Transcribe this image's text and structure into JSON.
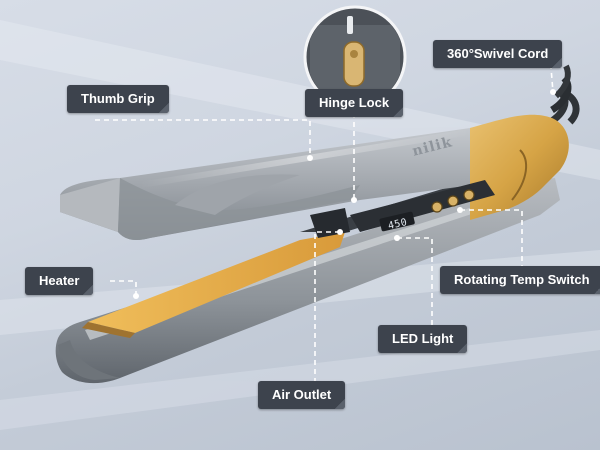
{
  "labels": {
    "thumb_grip": "Thumb Grip",
    "hinge_lock": "Hinge Lock",
    "swivel_cord": "360°Swivel Cord",
    "heater": "Heater",
    "rotating_temp_switch": "Rotating Temp Switch",
    "led_light": "LED Light",
    "air_outlet": "Air Outlet"
  },
  "display": {
    "temperature": "450"
  },
  "brand": {
    "logo_text": "nilik"
  },
  "colors": {
    "label_bg": "#3d434d",
    "label_text": "#ffffff",
    "gold_accent": "#c9a24a",
    "plate_gold": "#e0ad4a",
    "silver_body": "#a7acb2",
    "background": "#cfd6e1"
  },
  "icons": [
    "hinge-lock-slider-icon",
    "temp-button-icon"
  ]
}
